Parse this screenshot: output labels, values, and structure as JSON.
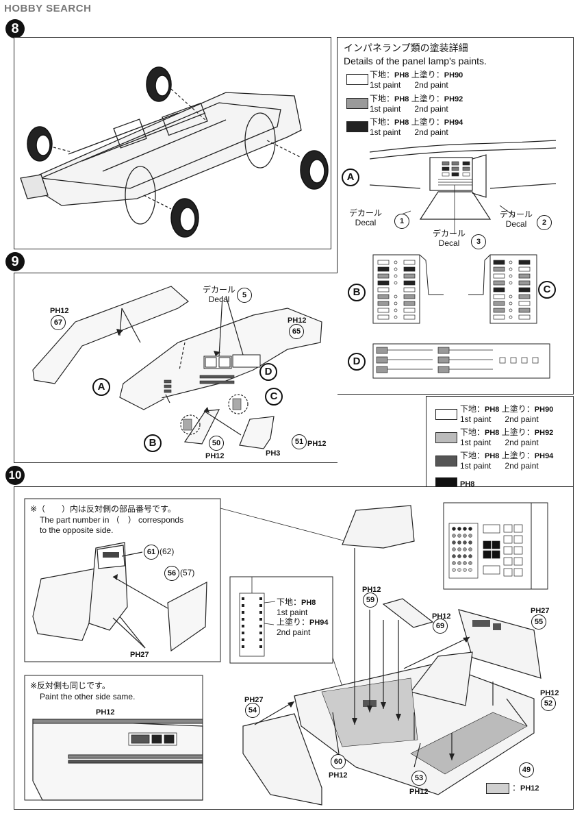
{
  "watermark": {
    "logo_text": "HOBBY SEARCH"
  },
  "steps": {
    "s8": "8",
    "s9": "9",
    "s10": "10"
  },
  "colors": {
    "white": "#ffffff",
    "mid_grey": "#9a9a9a",
    "dark_grey": "#3a3a3a",
    "black": "#111111",
    "light_grey": "#d0d0d0"
  },
  "panel_lamp": {
    "title_jp": "インパネランプ類の塗装詳細",
    "title_en": "Details of the panel lamp's paints.",
    "rows": [
      {
        "base": "下地：",
        "base_code": "H8",
        "top": "上塗り：",
        "top_code": "H90",
        "p1": "1st paint",
        "p2": "2nd paint"
      },
      {
        "base": "下地：",
        "base_code": "H8",
        "top": "上塗り：",
        "top_code": "H92",
        "p1": "1st paint",
        "p2": "2nd paint"
      },
      {
        "base": "下地：",
        "base_code": "H8",
        "top": "上塗り：",
        "top_code": "H94",
        "p1": "1st paint",
        "p2": "2nd paint"
      }
    ],
    "labels": {
      "A": "A",
      "B": "B",
      "C": "C",
      "D": "D"
    },
    "decals": [
      {
        "jp": "デカール",
        "en": "Decal",
        "num": "1"
      },
      {
        "jp": "デカール",
        "en": "Decal",
        "num": "2"
      },
      {
        "jp": "デカール",
        "en": "Decal",
        "num": "3"
      }
    ]
  },
  "step9": {
    "decal_jp": "デカール",
    "decal_en": "Decal",
    "decal_num": "5",
    "parts": [
      {
        "num": "67",
        "code": "H12"
      },
      {
        "num": "65",
        "code": "H12"
      },
      {
        "num": "50",
        "code": "H12"
      },
      {
        "num": "51",
        "code": "H12"
      }
    ],
    "extra_code": "H3",
    "labels": {
      "A": "A",
      "B": "B",
      "C": "C",
      "D": "D"
    }
  },
  "step10_paint_key": {
    "rows": [
      {
        "base": "下地：",
        "base_code": "H8",
        "top": "上塗り：",
        "top_code": "H90",
        "p1": "1st paint",
        "p2": "2nd paint"
      },
      {
        "base": "下地：",
        "base_code": "H8",
        "top": "上塗り：",
        "top_code": "H92",
        "p1": "1st paint",
        "p2": "2nd paint"
      },
      {
        "base": "下地：",
        "base_code": "H8",
        "top": "上塗り：",
        "top_code": "H94",
        "p1": "1st paint",
        "p2": "2nd paint"
      }
    ],
    "black_code": "H8"
  },
  "step10": {
    "note1_jp": "※（　　）内は反対側の部品番号です。",
    "note1_en1": "The part number in （　） corresponds",
    "note1_en2": "to the opposite side.",
    "seat_parts": {
      "back": "61",
      "back_alt": "(62)",
      "panel": "56",
      "panel_alt": "(57)",
      "code": "H27"
    },
    "note2_jp": "※反対側も同じです。",
    "note2_en": "Paint the other side same.",
    "door_code": "H12",
    "strip": {
      "base": "下地：",
      "base_code": "H8",
      "p1": "1st paint",
      "top": "上塗り：",
      "top_code": "H94",
      "p2": "2nd paint"
    },
    "parts": [
      {
        "num": "59",
        "code": "H12"
      },
      {
        "num": "69",
        "code": "H12"
      },
      {
        "num": "55",
        "code": "H27"
      },
      {
        "num": "54",
        "code": "H27"
      },
      {
        "num": "52",
        "code": "H12"
      },
      {
        "num": "60",
        "code": "H12"
      },
      {
        "num": "53",
        "code": "H12"
      },
      {
        "num": "49",
        "code": ""
      }
    ],
    "floor_key_sep": "：",
    "floor_key_code": "H12"
  }
}
